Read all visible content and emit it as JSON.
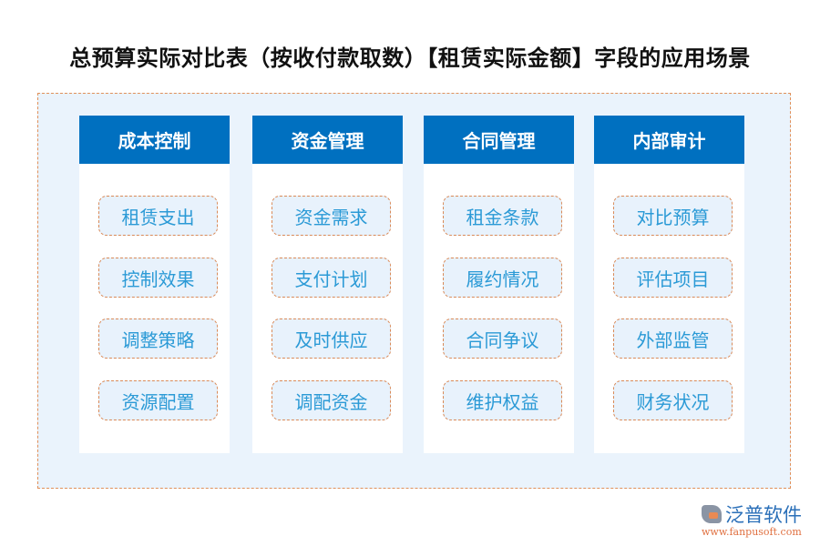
{
  "title": "总预算实际对比表（按收付款取数）【租赁实际金额】字段的应用场景",
  "columns": [
    {
      "header": "成本控制",
      "items": [
        "租赁支出",
        "控制效果",
        "调整策略",
        "资源配置"
      ]
    },
    {
      "header": "资金管理",
      "items": [
        "资金需求",
        "支付计划",
        "及时供应",
        "调配资金"
      ]
    },
    {
      "header": "合同管理",
      "items": [
        "租金条款",
        "履约情况",
        "合同争议",
        "维护权益"
      ]
    },
    {
      "header": "内部审计",
      "items": [
        "对比预算",
        "评估项目",
        "外部监管",
        "财务状况"
      ]
    }
  ],
  "logo": {
    "brand": "泛普软件",
    "url": "www.fanpusoft.com"
  },
  "colors": {
    "header": "#0070c0",
    "item_text": "#2b9ad6",
    "border": "#e0905a",
    "background": "#eaf3fc"
  }
}
